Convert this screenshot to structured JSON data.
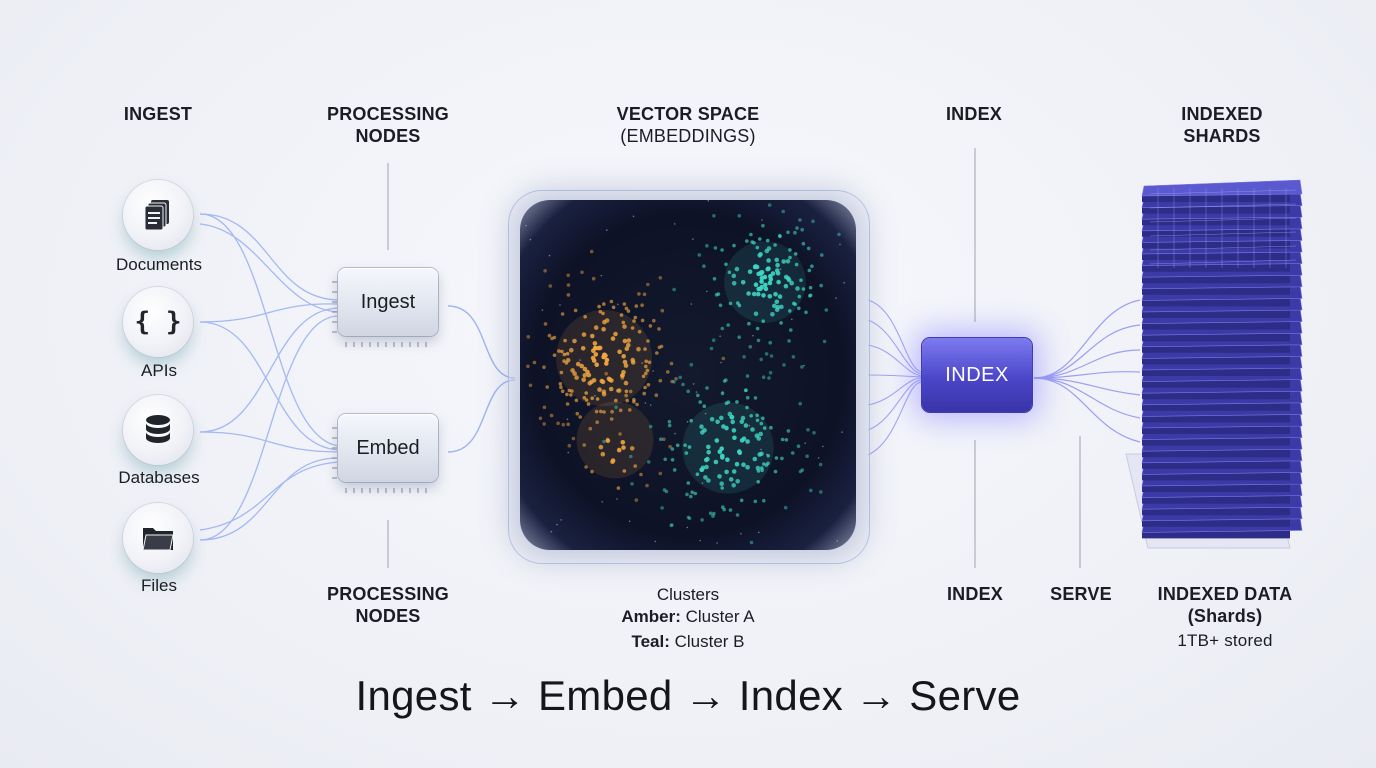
{
  "headers": {
    "ingest": "INGEST",
    "processing_nodes_top": [
      "PROCESSING",
      "NODES"
    ],
    "vector_space": [
      "VECTOR SPACE",
      "(EMBEDDINGS)"
    ],
    "index_top": "INDEX",
    "indexed_shards": [
      "INDEXED",
      "SHARDS"
    ]
  },
  "sources": [
    {
      "label": "Documents",
      "icon": "documents-icon"
    },
    {
      "label": "APIs",
      "icon": "braces-icon"
    },
    {
      "label": "Databases",
      "icon": "database-icon"
    },
    {
      "label": "Files",
      "icon": "folder-icon"
    }
  ],
  "nodes": {
    "ingest": "Ingest",
    "embed": "Embed",
    "index": "INDEX"
  },
  "bottom_labels": {
    "processing_nodes": [
      "PROCESSING",
      "NODES"
    ],
    "clusters_title": "Clusters",
    "cluster_a_key": "Amber:",
    "cluster_a_value": " Cluster A",
    "cluster_b_key": "Teal:",
    "cluster_b_value": " Cluster B",
    "index": "INDEX",
    "serve": "SERVE",
    "indexed_data": [
      "INDEXED DATA",
      "(Shards)"
    ],
    "stored": "1TB+ stored"
  },
  "footer": "Ingest → Embed → Index → Serve",
  "colors": {
    "amber": "#f2a640",
    "teal": "#3fd6c4",
    "index_purple": "#4b46c8",
    "shard_blue": "#3b3aa6",
    "flow_line": "#8aa6f0"
  }
}
